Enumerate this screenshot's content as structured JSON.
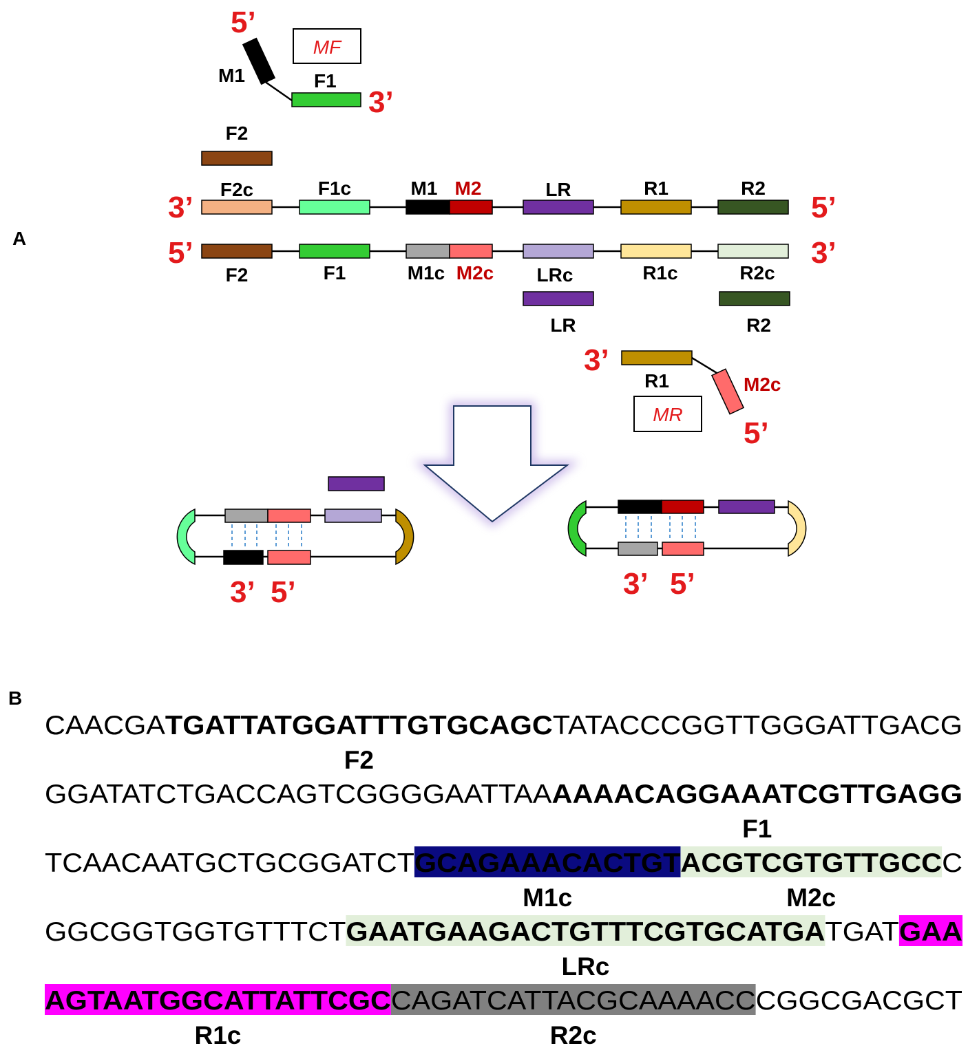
{
  "panel_a": {
    "label": "A",
    "primer_boxes": {
      "mf": "MF",
      "mr": "MR"
    },
    "primer_mf_labels": {
      "m1": "M1",
      "f1": "F1",
      "five": "5’",
      "three": "3’"
    },
    "primer_f2_label": "F2",
    "top_strand": {
      "left_end": "3’",
      "right_end": "5’",
      "segments": [
        "F2c",
        "F1c",
        "M1",
        "M2",
        "LR",
        "R1",
        "R2"
      ]
    },
    "bottom_strand": {
      "left_end": "5’",
      "right_end": "3’",
      "segments": [
        "F2",
        "F1",
        "M1c",
        "M2c",
        "LRc",
        "R1c",
        "R2c"
      ]
    },
    "primer_lr_label": "LR",
    "primer_r2_label": "R2",
    "primer_mr_labels": {
      "r1": "R1",
      "m2c": "M2c",
      "three": "3’",
      "five": "5’"
    },
    "product_left_ends": {
      "three": "3’",
      "five": "5’"
    },
    "product_right_ends": {
      "three": "3’",
      "five": "5’"
    }
  },
  "panel_b": {
    "label": "B",
    "lines": [
      {
        "runs": [
          {
            "text": "CAACGA",
            "fg": "#000000"
          },
          {
            "text": "TGATTATGGATTTGTGCAGC",
            "fg": "#8B4513",
            "bold": true
          },
          {
            "text": "TATACCCGGTTGGGATTGACG",
            "fg": "#000000"
          }
        ],
        "labels": [
          "F2"
        ]
      },
      {
        "runs": [
          {
            "text": "GGATATCTGACCAGTCGGGGAATTAA",
            "fg": "#000000"
          },
          {
            "text": "AAAACAGGAAATCGTTGAGG",
            "fg": "#2EC02E",
            "bold": true
          }
        ],
        "labels": [
          "F1"
        ]
      },
      {
        "runs": [
          {
            "text": "TCAACAATGCTGCGGATCT",
            "fg": "#000000"
          },
          {
            "text": "GCAGAAACACTGT",
            "fg": "#B0B0B8",
            "bg": "#0A0A80",
            "bold": true
          },
          {
            "text": "ACGTCGTGTTGCC",
            "fg": "#F07070",
            "bg": "#E2EFDA",
            "bold": true
          },
          {
            "text": "C",
            "fg": "#000000"
          }
        ],
        "labels": [
          "M1c",
          "M2c"
        ]
      },
      {
        "runs": [
          {
            "text": "GGCGGTGGTGTTTCT",
            "fg": "#000000"
          },
          {
            "text": "GAATGAAGACTGTTTCGTGCATGA",
            "fg": "#B39DDB",
            "bg": "#E2EFDA",
            "bold": true
          },
          {
            "text": "TGAT",
            "fg": "#000000"
          },
          {
            "text": "GAA",
            "fg": "#F5E6B0",
            "bg": "#FF00FF",
            "bold": true
          }
        ],
        "labels": [
          "LRc"
        ]
      },
      {
        "runs": [
          {
            "text": "AGTAATGGCATTATTCGC",
            "fg": "#F5E6B0",
            "bg": "#FF00FF",
            "bold": true
          },
          {
            "text": "CAGATCATTACGCAAAACC",
            "fg": "#F0F0F0",
            "bg": "#808080"
          },
          {
            "text": "CGGCGACGCT",
            "fg": "#000000"
          }
        ],
        "labels": [
          "R1c",
          "R2c"
        ]
      }
    ]
  }
}
